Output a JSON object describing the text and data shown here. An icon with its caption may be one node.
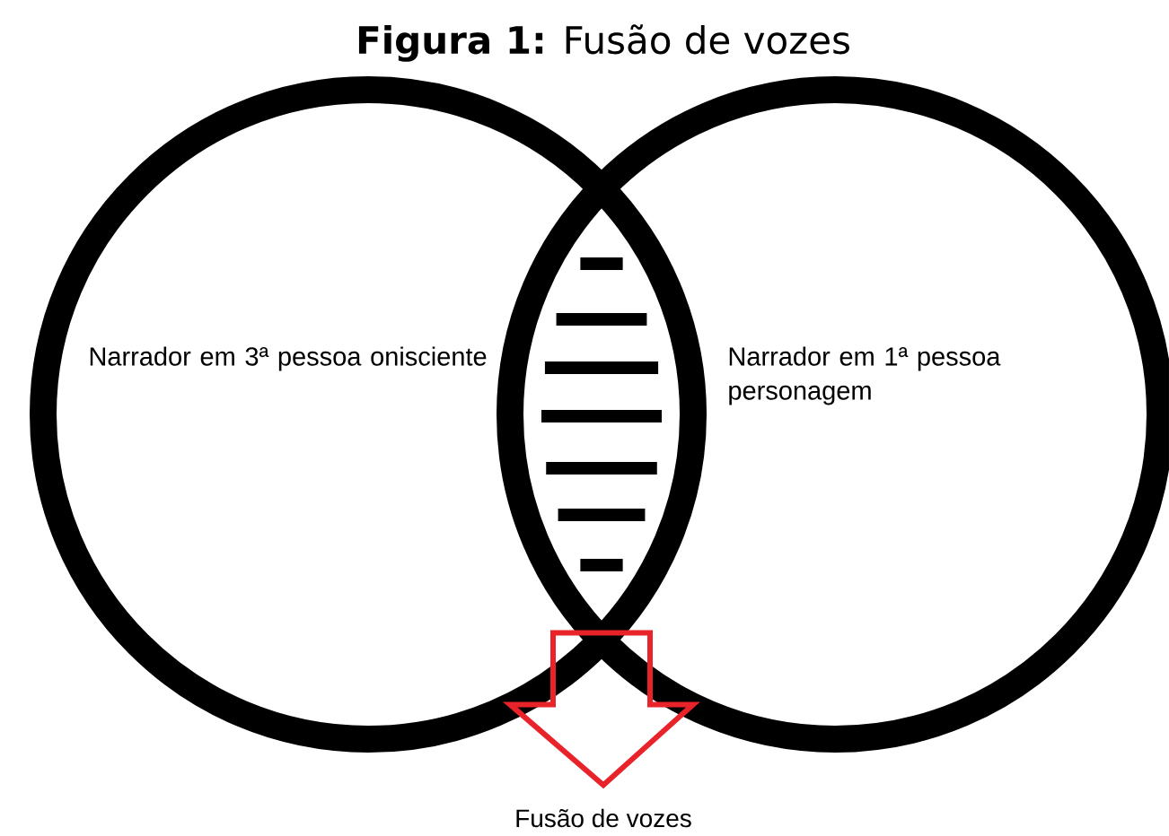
{
  "diagram": {
    "title": "**Figura 1:** Fusão de vozes",
    "nodes": [
      {
        "text": [
          "Narrador em 3ª pessoa onisciente"
        ]
      },
      {
        "text": [
          "Narrador em 1ª pessoa personagem"
        ]
      },
      {
        "text": [],
        "shape": "lens"
      },
      {
        "text": [
          "Fusão de vozes"
        ]
      }
    ],
    "edges": [
      {
        "from": 2,
        "to": 3,
        "arrow": "to",
        "color": "#e8232a"
      }
    ]
  }
}
